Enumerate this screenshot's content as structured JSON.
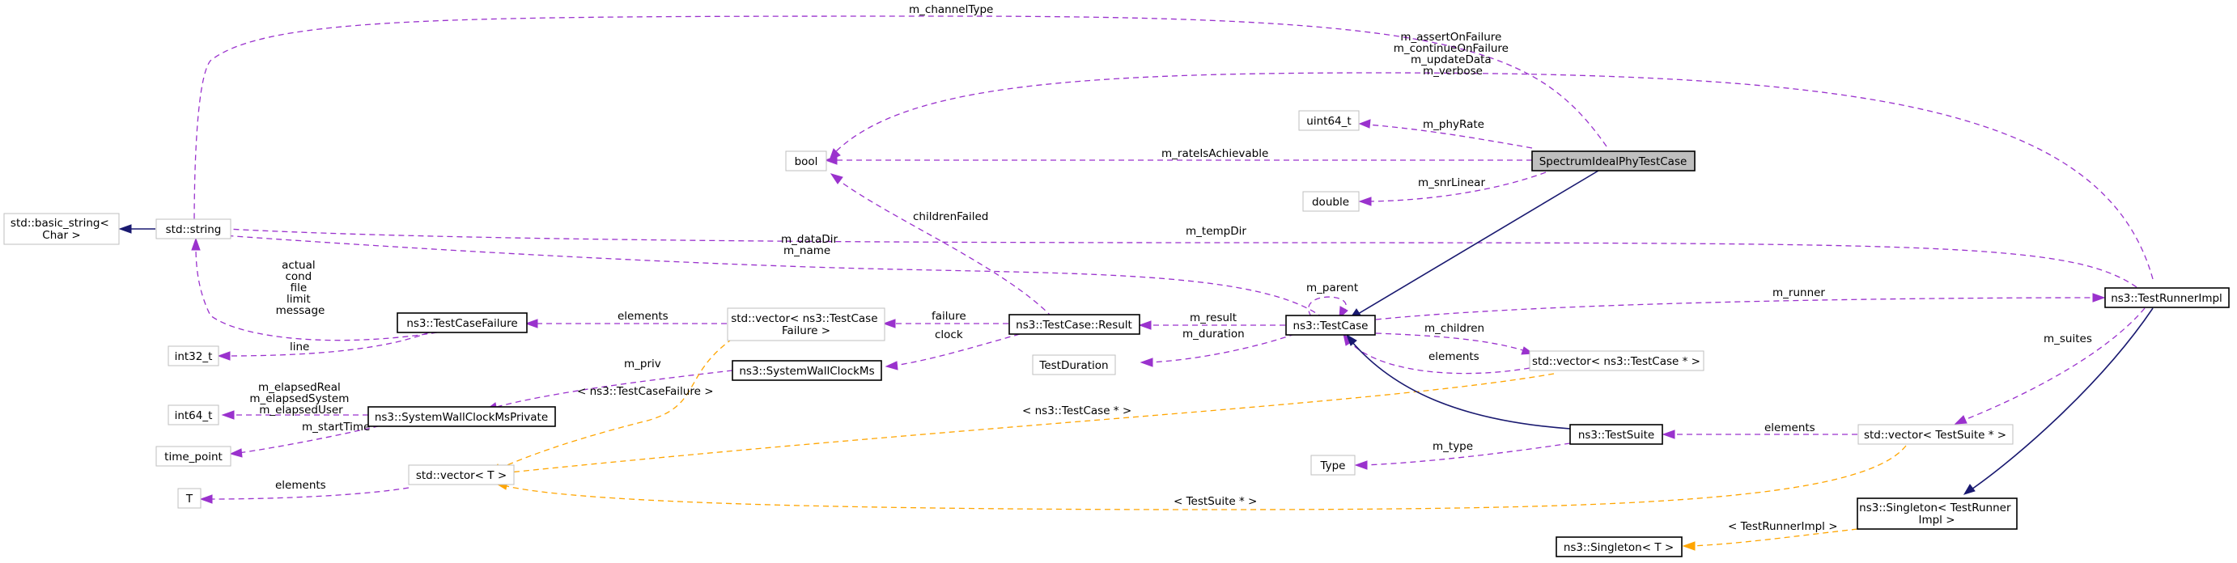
{
  "nodes": {
    "spectrum_ideal_phy_test_case": "SpectrumIdealPhyTestCase",
    "uint64_t": "uint64_t",
    "bool": "bool",
    "double": "double",
    "std_basic_string": [
      "std::basic_string<",
      "Char >"
    ],
    "std_string": "std::string",
    "test_case_failure": "ns3::TestCaseFailure",
    "int32_t": "int32_t",
    "vector_test_case_failure": [
      "std::vector< ns3::TestCase",
      "Failure >"
    ],
    "test_case_result": "ns3::TestCase::Result",
    "test_case": "ns3::TestCase",
    "test_runner_impl": "ns3::TestRunnerImpl",
    "system_wall_clock_ms": "ns3::SystemWallClockMs",
    "test_duration": "TestDuration",
    "vector_test_case_ptr": "std::vector< ns3::TestCase * >",
    "int64_t": "int64_t",
    "system_wall_clock_ms_private": "ns3::SystemWallClockMsPrivate",
    "time_point": "time_point",
    "vector_t": "std::vector< T >",
    "t": "T",
    "test_suite": "ns3::TestSuite",
    "type": "Type",
    "vector_test_suite_ptr": "std::vector< TestSuite * >",
    "singleton_test_runner_impl": [
      "ns3::Singleton< TestRunner",
      "Impl >"
    ],
    "singleton_t": "ns3::Singleton< T >"
  },
  "edge_labels": {
    "m_channel_type": "m_channelType",
    "assert_group": [
      "m_assertOnFailure",
      "m_continueOnFailure",
      "m_updateData",
      "m_verbose"
    ],
    "m_phy_rate": "m_phyRate",
    "m_rate_is_achievable": "m_rateIsAchievable",
    "m_snr_linear": "m_snrLinear",
    "children_failed": "childrenFailed",
    "m_temp_dir": "m_tempDir",
    "data_dir_name": [
      "m_dataDir",
      "m_name"
    ],
    "failure_fields": [
      "actual",
      "cond",
      "file",
      "limit",
      "message"
    ],
    "line": "line",
    "elements_failure": "elements",
    "failure": "failure",
    "clock": "clock",
    "m_result": "m_result",
    "m_parent": "m_parent",
    "m_runner": "m_runner",
    "m_duration": "m_duration",
    "m_children": "m_children",
    "elements_testcase": "elements",
    "m_suites": "m_suites",
    "m_priv": "m_priv",
    "tmpl_test_case_failure": "< ns3::TestCaseFailure >",
    "elapsed_group": [
      "m_elapsedReal",
      "m_elapsedSystem",
      "m_elapsedUser"
    ],
    "m_start_time": "m_startTime",
    "tmpl_test_case_ptr": "< ns3::TestCase * >",
    "m_type": "m_type",
    "elements_suite": "elements",
    "elements_t": "elements",
    "tmpl_test_suite_ptr": "< TestSuite * >",
    "tmpl_test_runner_impl": "< TestRunnerImpl >"
  },
  "colors": {
    "member_edge": "#9a32cd",
    "template_edge": "#ffa500",
    "inheritance_edge": "#191970",
    "focus_fill": "#bfbfbf",
    "gray_border": "#bfbfbf"
  }
}
